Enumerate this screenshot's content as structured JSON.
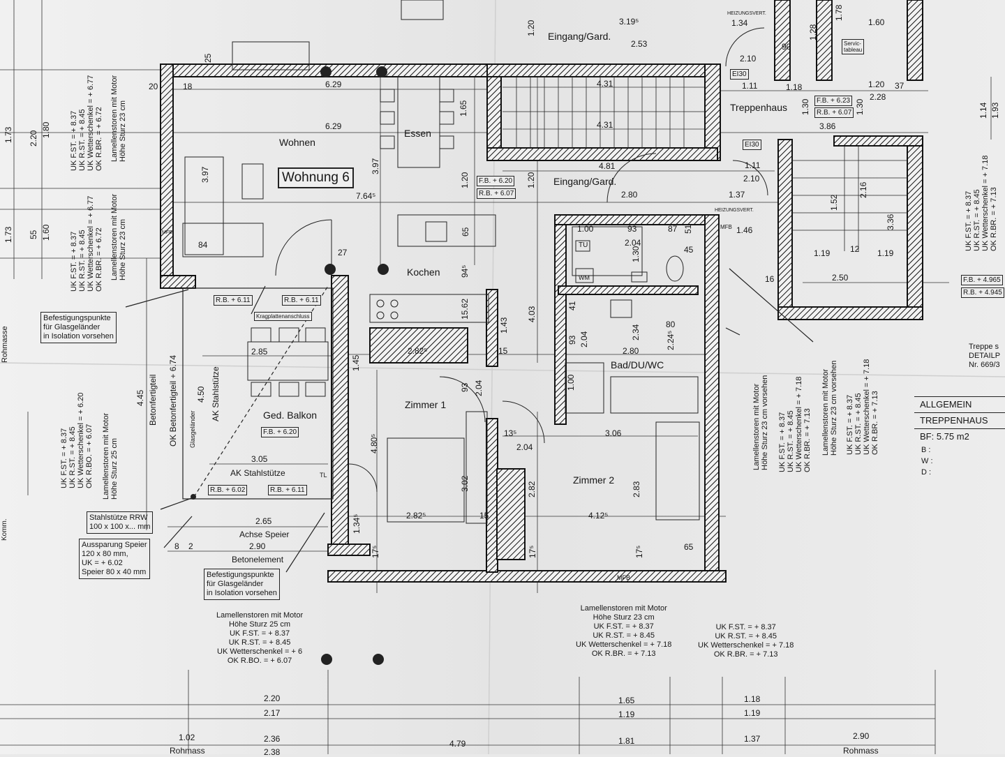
{
  "plan": {
    "apartment_label": "Wohnung 6",
    "rooms": {
      "wohnen": "Wohnen",
      "essen": "Essen",
      "kochen": "Kochen",
      "eingang_top": "Eingang/Gard.",
      "eingang": "Eingang/Gard.",
      "treppenhaus": "Treppenhaus",
      "zimmer1": "Zimmer 1",
      "zimmer2": "Zimmer 2",
      "bad": "Bad/DU/WC",
      "balkon": "Ged. Balkon"
    },
    "level_boxes": {
      "essen_fb": "F.B. + 6.20",
      "essen_rb": "R.B. + 6.07",
      "trepp_fb": "F.B. + 6.23",
      "trepp_rb": "R.B. + 6.07",
      "balk_rb1": "R.B. + 6.11",
      "balk_rb2": "R.B. + 6.11",
      "balk_fb": "F.B. + 6.20",
      "balk_rb3": "R.B. + 6.02",
      "balk_rb4": "R.B. + 6.11",
      "east_fb": "F.B. + 4.965",
      "east_rb": "R.B. + 4.945",
      "ei30_a": "EI30",
      "ei30_b": "EI30",
      "servic": "Servic-\ntableau",
      "krag": "Kragplattenanschluss"
    },
    "small_tags": {
      "tu": "TU",
      "wm": "WM",
      "tl": "TL",
      "mfb1": "MFB",
      "mfb2": "MFB",
      "mfb_bottom": "MFB",
      "heiz1": "HEIZUNGSVERT.",
      "heiz2": "HEIZUNGSVERT."
    },
    "notes": {
      "befest1": "Befestigungspunkte\nfür Glasgeländer\nin Isolation vorsehen",
      "befest2": "Befestigungspunkte\nfür Glasgeländer\nin Isolation vorsehen",
      "stahl": "Stahlstütze RRW\n100 x 100 x... mm",
      "ausspar": "Aussparung Speier\n120 x 80 mm,\nUK = + 6.02\nSpeier 80 x 40 mm",
      "achse": "Achse Speier",
      "beton": "Betonelement",
      "ak1": "AK Stahlstütze",
      "ak2": "AK Stahlstütze",
      "betonfert": "Betonfertigteil",
      "okbeton": "OK Betonfertigteil + 6.74",
      "glas": "Glasgeländer",
      "lamellen_b1": "Lamellenstoren mit Motor\nHöhe Sturz 25 cm\nUK F.ST. = + 8.37\nUK R.ST. = + 8.45\nUK Wetterschenkel = + 6\nOK R.BO. = + 6.07",
      "lamellen_b2": "Lamellenstoren mit Motor\nHöhe Sturz 23 cm\nUK F.ST. = + 8.37\nUK R.ST. = + 8.45\nUK Wetterschenkel = + 7.18\nOK R.BR. = + 7.13",
      "lamellen_b3": "UK F.ST. = + 8.37\nUK R.ST. = + 8.45\nUK Wetterschenkel = + 7.18\nOK R.BR. = + 7.13",
      "left_v1": "UK F.ST. = + 8.37\nUK R.ST. = + 8.45\nUK Wetterschenkel = + 6.77\nOK R.BR. = + 6.72",
      "left_v1b": "Lamellenstoren mit Motor\nHöhe Sturz 23 cm",
      "left_v2": "UK F.ST. = + 8.37\nUK R.ST. = + 8.45\nUK Wetterschenkel = + 6.77\nOK R.BR. = + 6.72",
      "left_v2b": "Lamellenstoren mit Motor\nHöhe Sturz 23 cm",
      "left_v3": "UK F.ST. = + 8.37\nUK R.ST. = + 8.45\nUK Wetterschenkel = + 6.20\nOK R.BO. = + 6.07",
      "left_v3b": "Lamellenstoren mit Motor\nHöhe Sturz 25 cm",
      "right_v1": "Lamellenstoren mit Motor\nHöhe Sturz 23 cm vorsehen",
      "right_v1b": "UK F.ST. = + 8.37\nUK R.ST. = + 8.45\nUK Wetterschenkel = + 7.18\nOK R.BR. = + 7.13",
      "right_v2": "Lamellenstoren mit Motor\nHöhe Sturz 23 cm vorsehen",
      "right_v2b": "UK F.ST. = + 8.37\nUK R.ST. = + 8.45\nUK Wetterschenkel = + 7.18\nOK R.BR. = + 7.13",
      "right_v3": "UK F.ST. = + 8.37\nUK R.ST. = + 8.45\nUK Wetterschenkel = + 7.18\nOK R.BR. = + 7.13",
      "rohmasse": "Rohmasse",
      "rohmass_l": "Rohmass",
      "rohmass_r": "Rohmass",
      "treppe": "Treppe s\nDETAILP\nNr. 669/3",
      "komm": "Komm."
    },
    "info_table": {
      "allgemein": "ALLGEMEIN",
      "treppenhaus": "TREPPENHAUS",
      "bf": "BF: 5.75 m2",
      "b": "B :",
      "w": "W :",
      "d": "D :"
    },
    "dimensions": {
      "d629a": "6.29",
      "d629b": "6.29",
      "d397a": "3.97",
      "d397b": "3.97",
      "d764": "7.64⁵",
      "d165": "1.65",
      "d120a": "1.20",
      "d120b": "1.20",
      "d120c": "1.20",
      "d431a": "4.31",
      "d431b": "4.31",
      "d481": "4.81",
      "d319": "3.19⁵",
      "d253": "2.53",
      "d134": "1.34",
      "d210a": "2.10",
      "d210b": "2.10",
      "d111a": "1.11",
      "d111b": "1.11",
      "d118": "1.18",
      "d386": "3.86",
      "d280a": "2.80",
      "d280b": "2.80",
      "d137": "1.37",
      "d146": "1.46",
      "d100": "1.00",
      "d93a": "93",
      "d87": "87",
      "d204a": "2.04",
      "d204b": "2.04",
      "d204c": "2.04",
      "d204d": "2.04",
      "d130a": "1.30",
      "d130b": "1.30",
      "d130c": "1.30",
      "d234": "2.34",
      "d224": "2.24⁵",
      "d403": "4.03",
      "d143": "1.43",
      "d282a": "2.82⁵",
      "d282b": "2.82⁵",
      "d282c": "2.82",
      "d285": "2.85",
      "d305": "3.05",
      "d265": "2.65",
      "d290": "2.90",
      "d306": "3.06",
      "d412": "4.12⁵",
      "d283": "2.83",
      "d302": "3.02",
      "d480": "4.80⁵",
      "d450": "4.50",
      "d445": "4.45",
      "d250": "2.50",
      "d119a": "1.19",
      "d119b": "1.19",
      "d216": "2.16",
      "d336": "3.36",
      "d152": "1.52",
      "d145": "1.45",
      "d220a": "2.20",
      "d217": "2.17",
      "d236": "2.36",
      "d102": "1.02",
      "d479": "4.79",
      "d165b": "1.65",
      "d119c": "1.19",
      "d181": "1.81",
      "d118b": "1.18",
      "d119d": "1.19",
      "d137b": "1.37",
      "d290b": "2.90",
      "d238": "2.38",
      "d173a": "1.73",
      "d173b": "1.73",
      "d220b": "2.20",
      "d180": "1.80",
      "d160": "1.60",
      "d114": "1.14",
      "d193": "1.93",
      "d128": "1.28",
      "d178": "1.78",
      "d160b": "1.60",
      "d120d": "1.20",
      "d228": "2.28",
      "d15a": "15",
      "d20a": "20",
      "d25a": "25",
      "d18a": "18",
      "d84": "84",
      "d27": "27",
      "d65a": "65",
      "d65b": "65",
      "d94": "94⁵",
      "d80": "80",
      "d12": "12",
      "d16": "16",
      "d37": "37",
      "d90": "90",
      "d51": "51",
      "d45": "45",
      "d41": "41",
      "d93b": "93",
      "d93c": "93",
      "d135": "13⁵",
      "d15b": "15",
      "d1562": "15.62",
      "d17a": "17⁵",
      "d17b": "17⁵",
      "d17c": "17⁵",
      "d8": "8",
      "d2": "2",
      "d55": "55",
      "d134b": "1.34⁵",
      "d100b": "1.00"
    }
  }
}
